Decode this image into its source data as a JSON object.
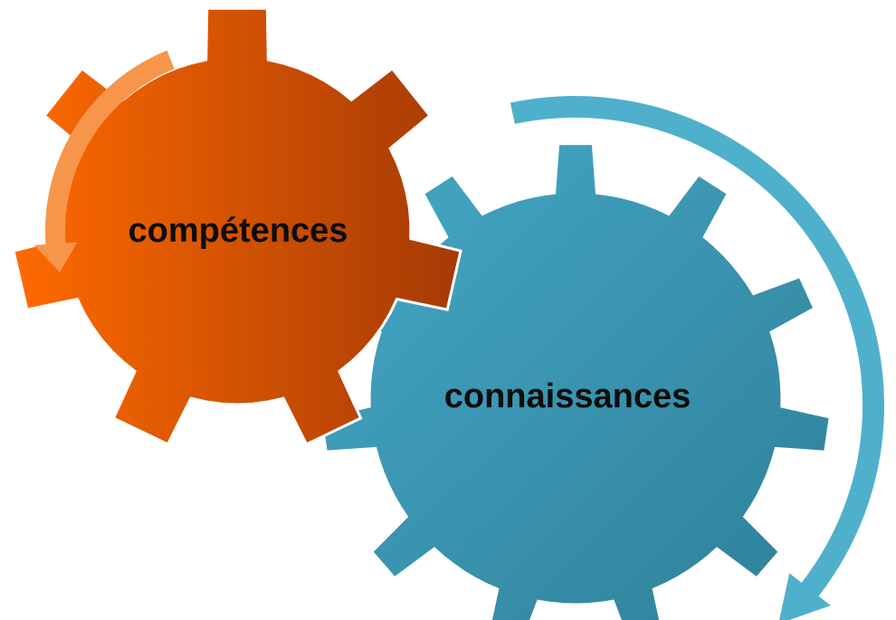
{
  "diagram": {
    "gears": [
      {
        "id": "gear-competences",
        "label": "compétences",
        "color_light": "#ff6a00",
        "color_dark": "#a53a05"
      },
      {
        "id": "gear-connaissances",
        "label": "connaissances",
        "color_light": "#45a9c8",
        "color_dark": "#2e7e96"
      }
    ],
    "arrows": [
      {
        "id": "arrow-competences",
        "color": "#f7954b",
        "direction": "counterclockwise"
      },
      {
        "id": "arrow-connaissances",
        "color": "#4fb0cb",
        "direction": "clockwise"
      }
    ]
  }
}
